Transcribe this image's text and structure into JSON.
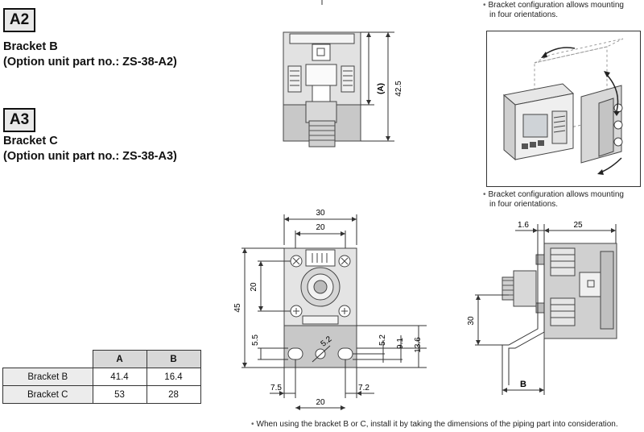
{
  "sections": [
    {
      "code": "A2",
      "title": "Bracket B",
      "part_line": "(Option unit part no.: ZS-38-A2)"
    },
    {
      "code": "A3",
      "title": "Bracket C",
      "part_line": "(Option unit part no.: ZS-38-A3)"
    }
  ],
  "notes": {
    "top_line1": "Bracket configuration allows mounting",
    "top_line2": "in four orientations.",
    "mid_line1": "Bracket configuration allows mounting",
    "mid_line2": "in four orientations.",
    "bottom": "When using the bracket B or C, install it by taking the dimensions of the piping part into consideration."
  },
  "dims": {
    "b_height": "42.5",
    "b_ref": "(A)",
    "c_width": "30",
    "c_hole_span_top": "20",
    "c_height": "45",
    "c_hole_span_v": "20",
    "c_slot_h": "5.5",
    "c_slot_dia": "5.2",
    "c_right_1": "5.2",
    "c_right_2": "9.1",
    "c_right_3": "13.6",
    "c_left_off": "7.5",
    "c_right_off": "7.2",
    "c_bottom_span": "20",
    "side_1": "1.6",
    "side_2": "25",
    "side_h": "30",
    "side_b": "B"
  },
  "table": {
    "headers": [
      "A",
      "B"
    ],
    "rows": [
      {
        "label": "Bracket B",
        "a": "41.4",
        "b": "16.4"
      },
      {
        "label": "Bracket C",
        "a": "53",
        "b": "28"
      }
    ]
  }
}
